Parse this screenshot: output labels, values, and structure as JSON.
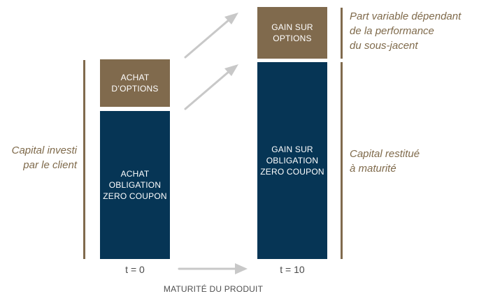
{
  "left": {
    "caption": "Capital investi\npar le client",
    "block_top": "ACHAT\nD’OPTIONS",
    "block_bottom": "ACHAT\nOBLIGATION\nZERO COUPON",
    "time_label": "t = 0"
  },
  "right": {
    "block_top": "GAIN SUR\nOPTIONS",
    "block_bottom": "GAIN SUR\nOBLIGATION\nZERO COUPON",
    "time_label": "t = 10",
    "caption_top": "Part variable dépendant\nde la performance\ndu sous-jacent",
    "caption_bottom": "Capital restitué\nà maturité"
  },
  "axis": {
    "label": "MATURITÉ DU PRODUIT"
  },
  "colors": {
    "gold": "#806a4d",
    "navy": "#063555",
    "arrow": "#c8c8c8"
  }
}
